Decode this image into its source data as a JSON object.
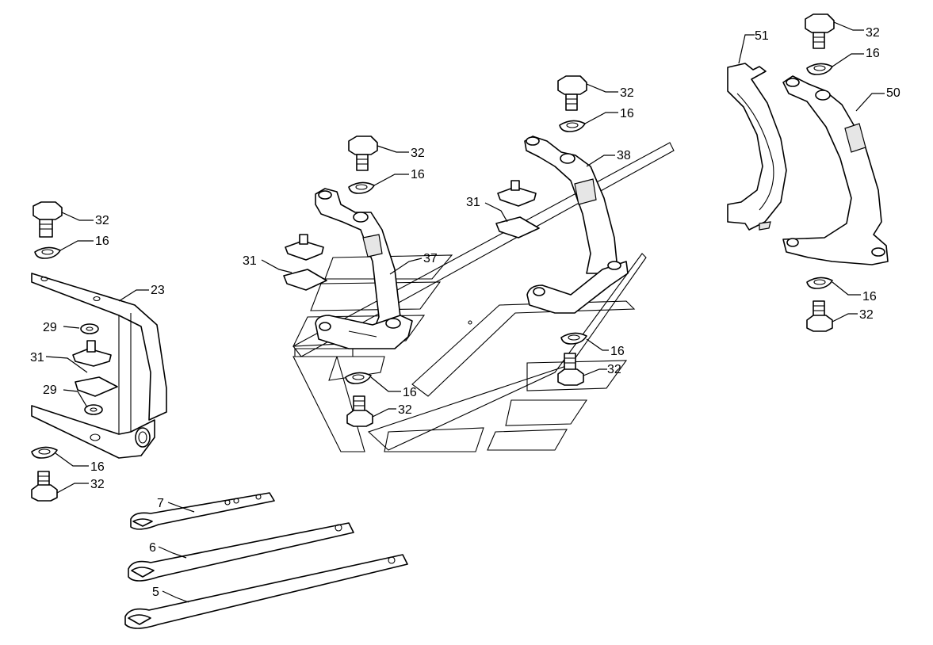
{
  "callouts": {
    "c32_left": "32",
    "c16_left": "16",
    "c23": "23",
    "c29_a": "29",
    "c31_left": "31",
    "c29_b": "29",
    "c16_left_b": "16",
    "c32_left_b": "32",
    "c7": "7",
    "c6": "6",
    "c5": "5",
    "c32_mid": "32",
    "c16_mid": "16",
    "c31_mid": "31",
    "c37": "37",
    "c16_mid_b": "16",
    "c32_mid_b": "32",
    "c32_center": "32",
    "c16_center": "16",
    "c38": "38",
    "c31_center": "31",
    "c16_center_b": "16",
    "c32_center_b": "32",
    "c51": "51",
    "c32_right": "32",
    "c16_right": "16",
    "c50": "50",
    "c16_right_b": "16",
    "c32_right_b": "32"
  }
}
